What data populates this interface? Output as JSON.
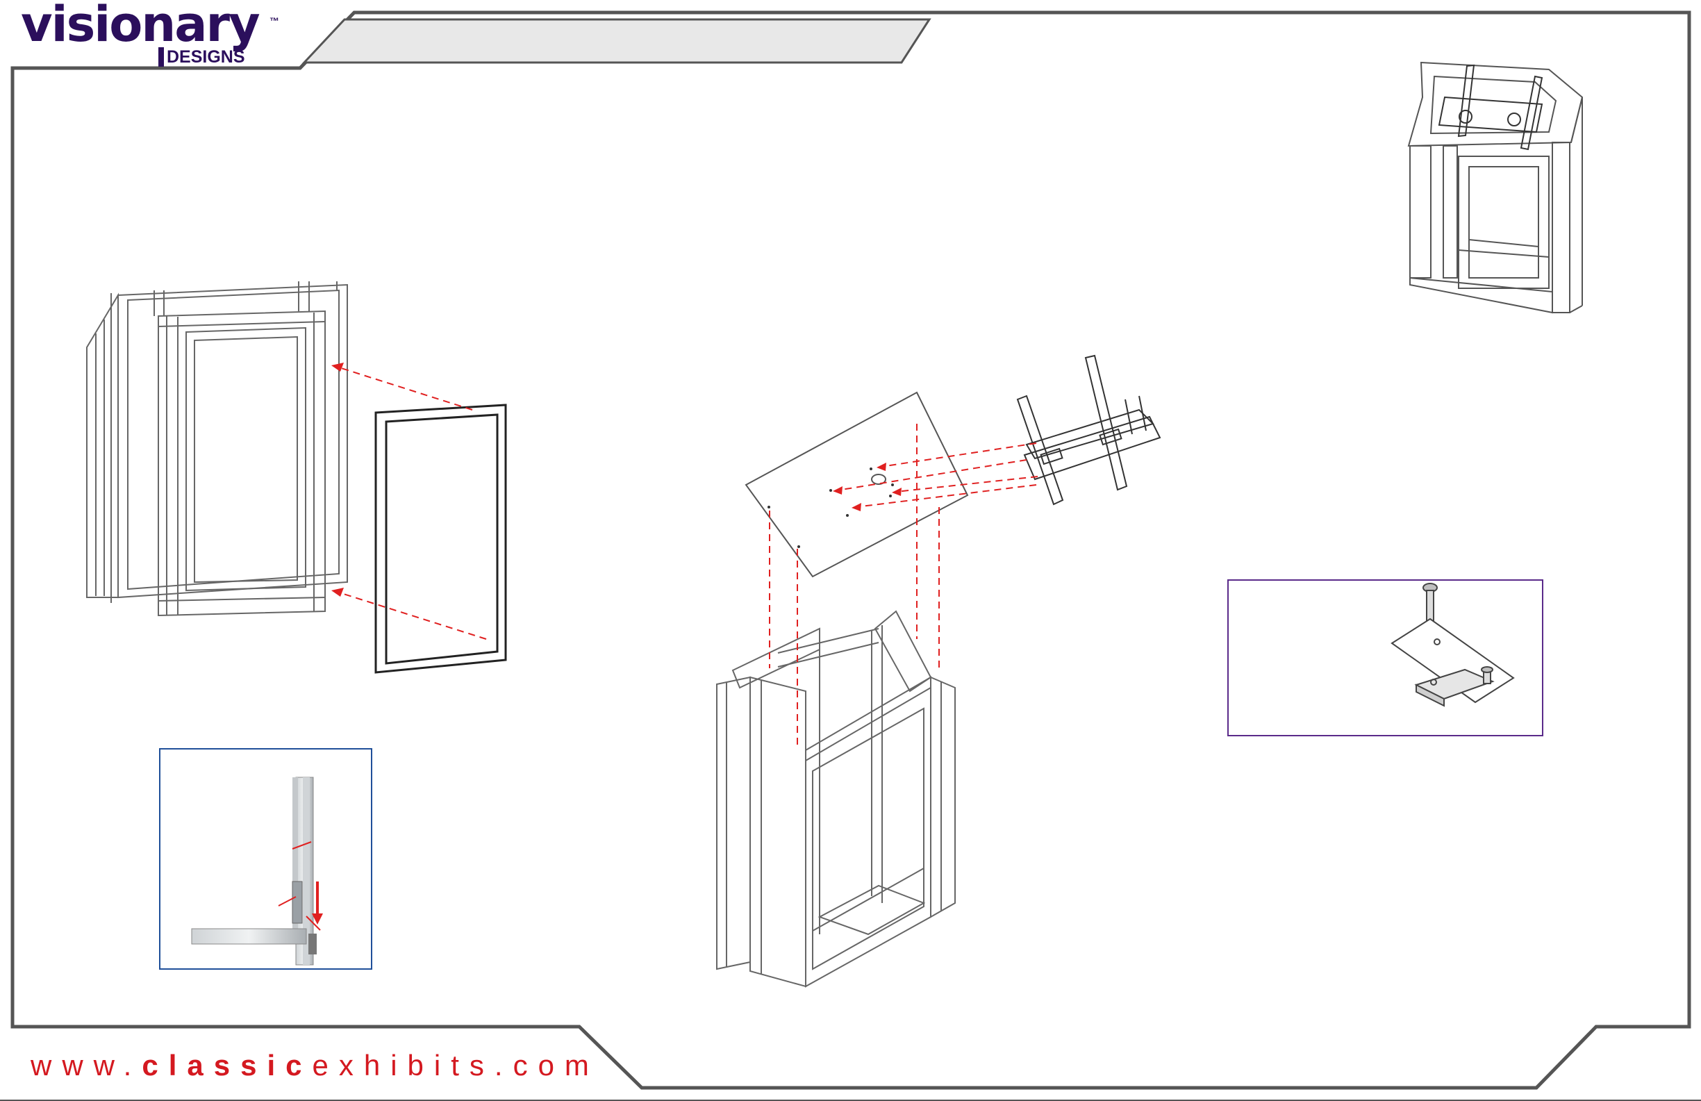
{
  "brand": {
    "logo_word": "visionary",
    "logo_tm": "™",
    "logo_sub": "DESIGNS"
  },
  "footer": {
    "url_prefix": "www.",
    "url_bold": "classic",
    "url_suffix": "exhibits.com"
  },
  "colors": {
    "brand_purple": "#2b0f5c",
    "accent_red": "#d41920",
    "frame_gray": "#555555",
    "banner_fill": "#e8e8e8",
    "inset_blue": "#1f4f99",
    "inset_purple": "#5a2a8a"
  },
  "illustrations": {
    "panel_install": "panel-insertion-diagram",
    "bracket_detail": "bracket-hook-detail",
    "monitor_mount": "monitor-mount-assembly",
    "finished_view": "assembled-kiosk-view",
    "hardware_detail": "hardware-bolt-detail"
  }
}
